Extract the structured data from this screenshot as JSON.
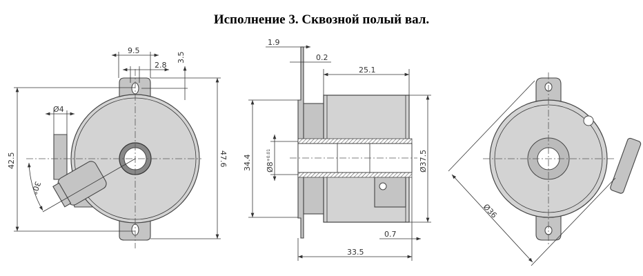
{
  "title": "Исполнение 3. Сквозной полый вал.",
  "front_view": {
    "dims": {
      "width_tabs": "9.5",
      "slot": "2.8",
      "tab_offset": "3.5",
      "cable_dia": "Ø4",
      "hole_spacing": "42.5",
      "angle": "30°",
      "overall_height": "47.6"
    }
  },
  "side_view": {
    "dims": {
      "flange_thickness": "1.9",
      "gap": "0.2",
      "body_length": "25.1",
      "flange_height": "34.4",
      "shaft_dia": "Ø8",
      "shaft_tol": "+0.01",
      "body_dia": "Ø37.5",
      "shaft_protrusion": "0.7",
      "overall_length": "33.5"
    }
  },
  "rear_view": {
    "dims": {
      "bolt_circle": "Ø36"
    }
  }
}
